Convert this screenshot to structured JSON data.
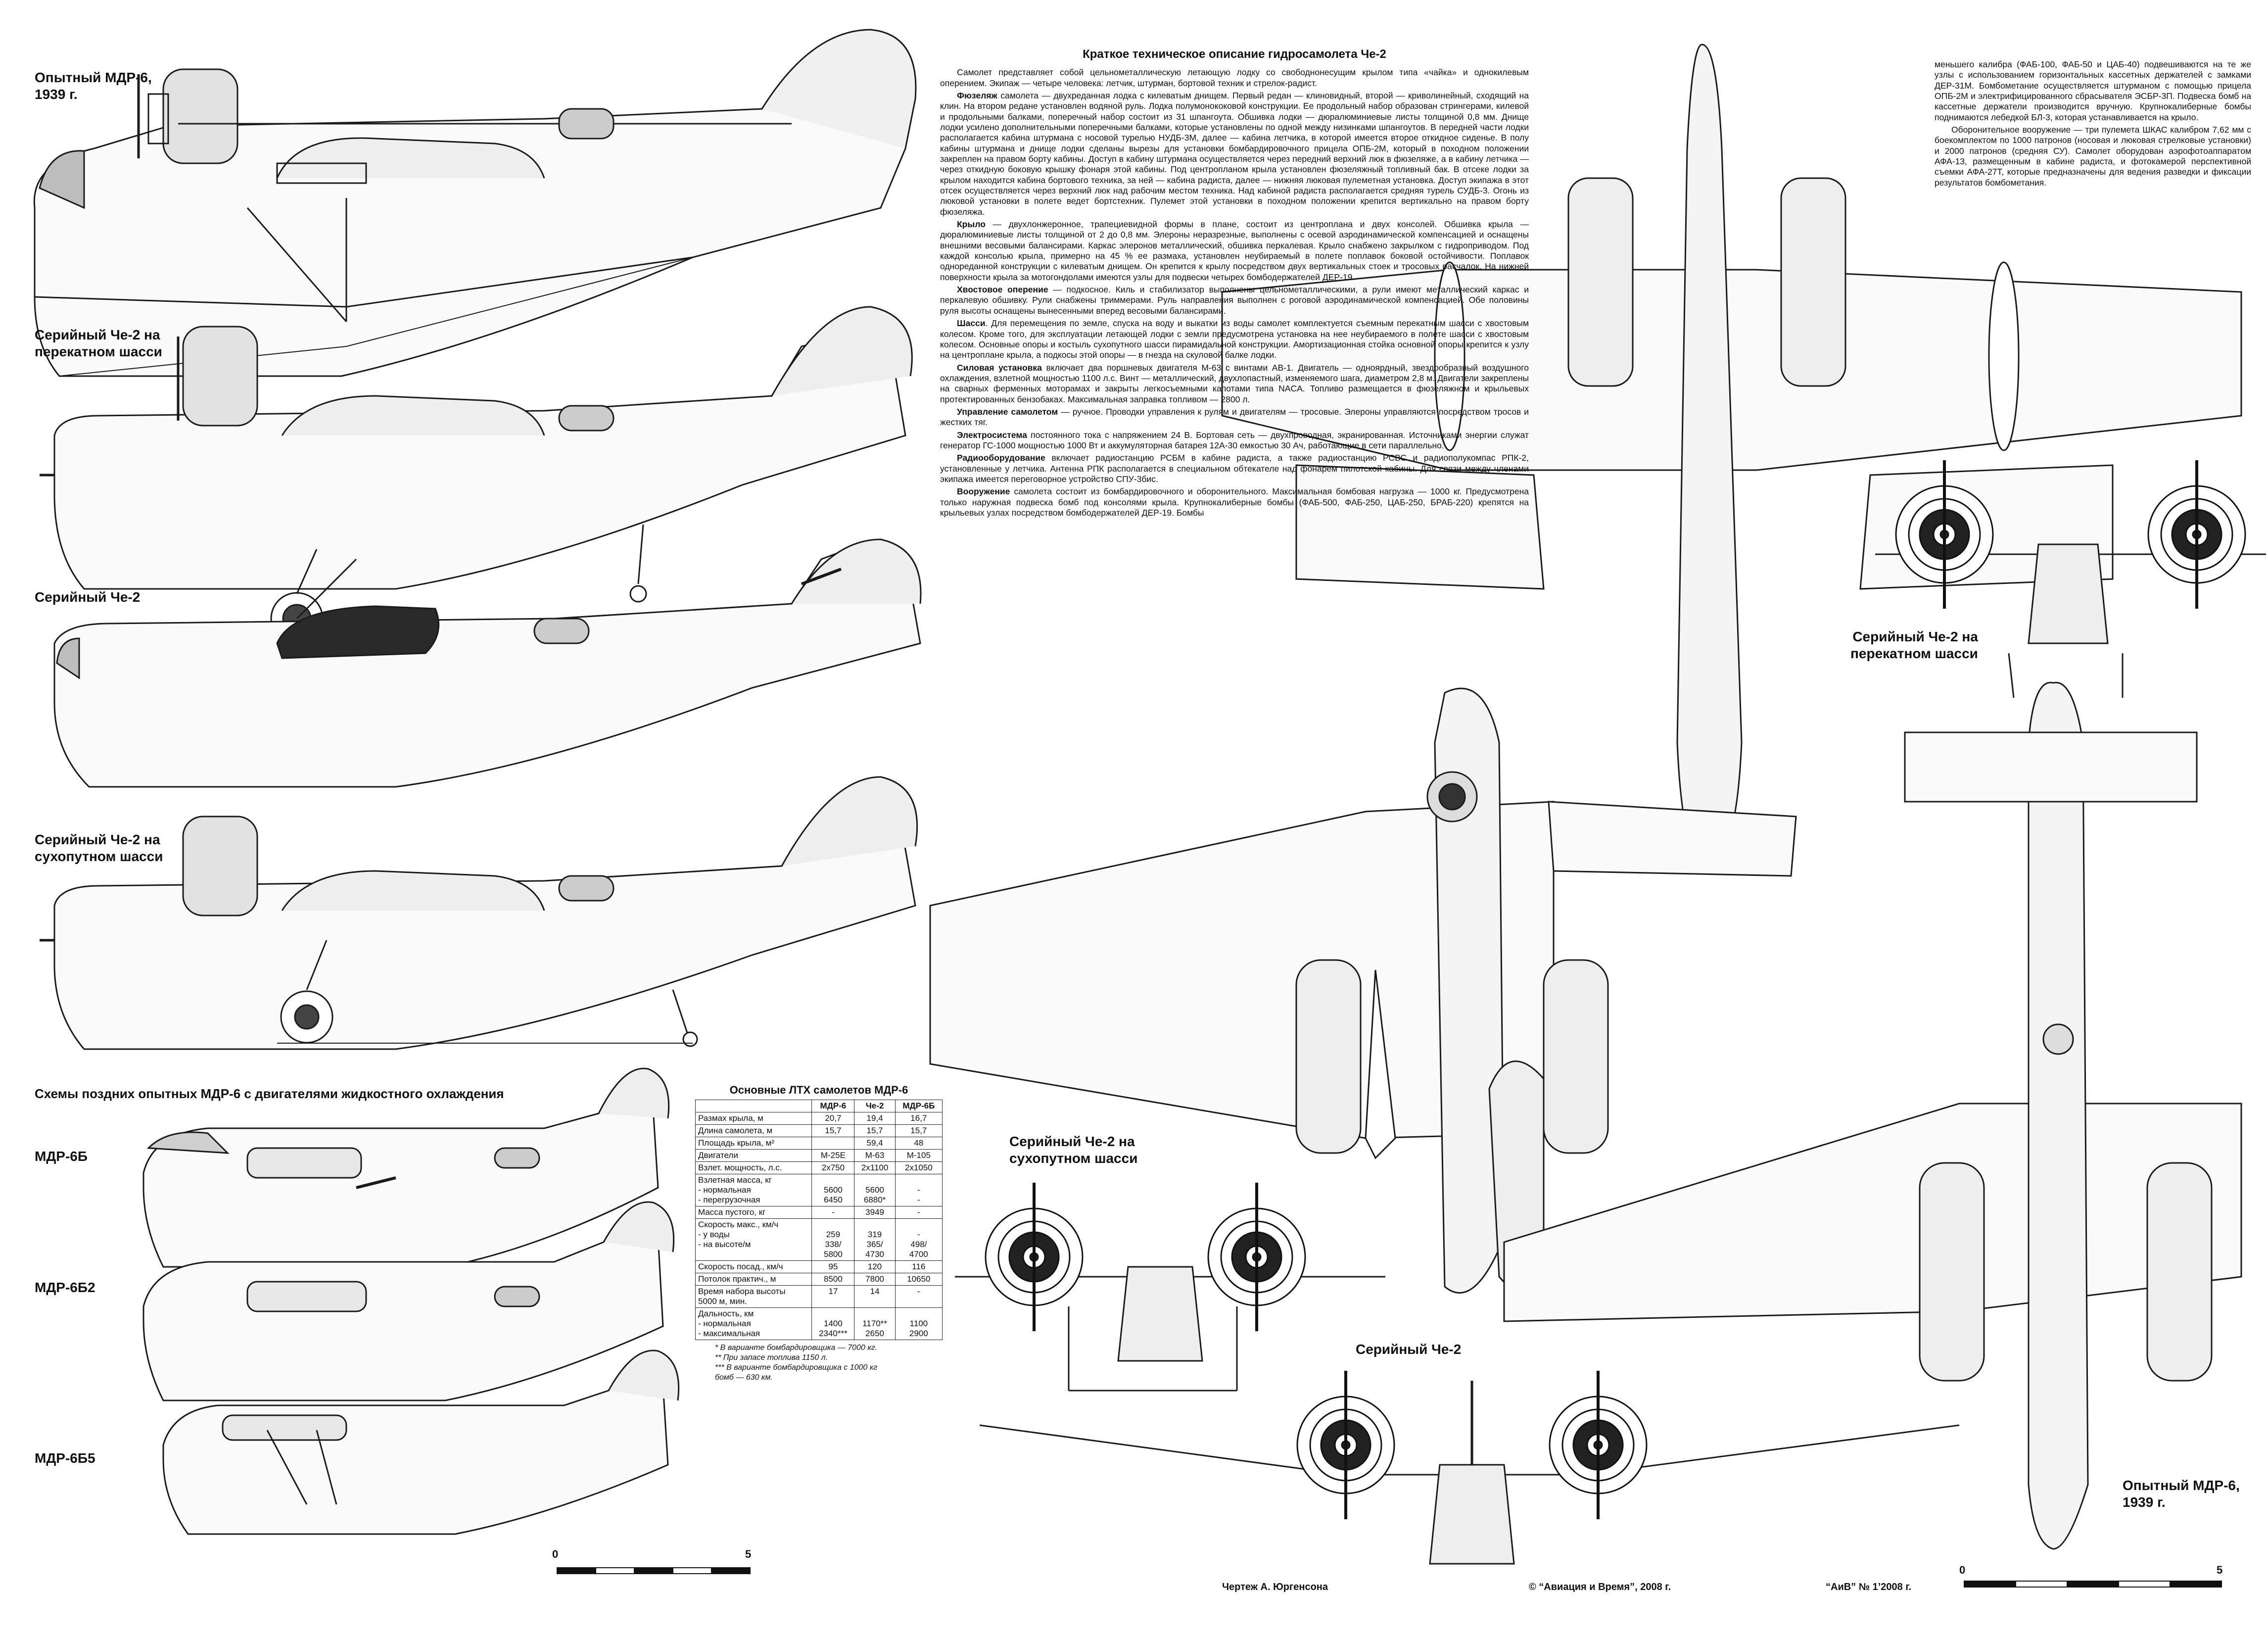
{
  "labels": {
    "side_mdr6_1939": "Опытный МДР-6,\n1939 г.",
    "side_che2_beach": "Серийный Че-2 на\nперекатном шасси",
    "side_che2": "Серийный Че-2",
    "side_che2_land": "Серийный Че-2 на\nсухопутном шасси",
    "schemes_title": "Схемы поздних опытных МДР-6 с двигателями жидкостного охлаждения",
    "mdr6b": "МДР-6Б",
    "mdr6b2": "МДР-6Б2",
    "mdr6b5": "МДР-6Б5",
    "front_che2_beach": "Серийный Че-2 на\nперекатном шасси",
    "front_che2_land": "Серийный Че-2 на\nсухопутном шасси",
    "front_che2": "Серийный Че-2",
    "front_mdr6_1939": "Опытный МДР-6,\n1939 г."
  },
  "article": {
    "title": "Краткое техническое описание гидросамолета Че-2",
    "paragraphs": [
      {
        "lead": "",
        "text": "Самолет представляет собой цельнометаллическую летающую лодку со свободнонесущим крылом типа «чайка» и однокилевым оперением. Экипаж — четыре человека: летчик, штурман, бортовой техник и стрелок-радист."
      },
      {
        "lead": "Фюзеляж",
        "text": " самолета — двухреданная лодка с килеватым днищем. Первый редан — клиновидный, второй — криволинейный, сходящий на клин. На втором редане установлен водяной руль. Лодка полумонококовой конструкции. Ее продольный набор образован стрингерами, килевой и продольными балками, поперечный набор состоит из 31 шпангоута. Обшивка лодки — дюралюминиевые листы толщиной 0,8 мм. Днище лодки усилено дополнительными поперечными балками, которые установлены по одной между низинками шпангоутов. В передней части лодки располагается кабина штурмана с носовой турелью НУДБ-3М, далее — кабина летчика, в которой имеется второе откидное сиденье. В полу кабины штурмана и днище лодки сделаны вырезы для установки бомбардировочного прицела ОПБ-2М, который в походном положении закреплен на правом борту кабины. Доступ в кабину штурмана осуществляется через передний верхний люк в фюзеляже, а в кабину летчика — через откидную боковую крышку фонаря этой кабины. Под центропланом крыла установлен фюзеляжный топливный бак. В отсеке лодки за крылом находится кабина бортового техника, за ней — кабина радиста, далее — нижняя люковая пулеметная установка. Доступ экипажа в этот отсек осуществляется через верхний люк над рабочим местом техника. Над кабиной радиста располагается средняя турель СУДБ-3. Огонь из люковой установки в полете ведет бортстехник. Пулемет этой установки в походном положении крепится вертикально на правом борту фюзеляжа."
      },
      {
        "lead": "Крыло",
        "text": " — двухлонжеронное, трапециевидной формы в плане, состоит из центроплана и двух консолей. Обшивка крыла — дюралюминиевые листы толщиной от 2 до 0,8 мм. Элероны неразрезные, выполнены с осевой аэродинамической компенсацией и оснащены внешними весовыми балансирами. Каркас элеронов металлический, обшивка перкалевая. Крыло снабжено закрылком с гидроприводом. Под каждой консолью крыла, примерно на 45 % ее размаха, установлен неубираемый в полете поплавок боковой остойчивости. Поплавок однореданной конструкции с килеватым днищем. Он крепится к крылу посредством двух вертикальных стоек и тросовых расчалок. На нижней поверхности крыла за мотогондолами имеются узлы для подвески четырех бомбодержателей ДЕР-19."
      },
      {
        "lead": "Хвостовое оперение",
        "text": " — подкосное. Киль и стабилизатор выполнены цельнометаллическими, а рули имеют металлический каркас и перкалевую обшивку. Рули снабжены триммерами. Руль направления выполнен с роговой аэродинамической компенсацией. Обе половины руля высоты оснащены вынесенными вперед весовыми балансирами."
      },
      {
        "lead": "Шасси",
        "text": ". Для перемещения по земле, спуска на воду и выкатки из воды самолет комплектуется съемным перекатным шасси с хвостовым колесом. Кроме того, для эксплуатации летающей лодки с земли предусмотрена установка на нее неубираемого в полете шасси с хвостовым колесом. Основные опоры и костыль сухопутного шасси пирамидальной конструкции. Амортизационная стойка основной опоры крепится к узлу на центроплане крыла, а подкосы этой опоры — в гнезда на скуловой балке лодки."
      },
      {
        "lead": "Силовая установка",
        "text": " включает два поршневых двигателя М-63 с винтами АВ-1. Двигатель — одноярдный, звездообразный воздушного охлаждения, взлетной мощностью 1100 л.с. Винт — металлический, двухлопастный, изменяемого шага, диаметром 2,8 м. Двигатели закреплены на сварных ферменных моторамах и закрыты легкосъемными капотами типа NACA. Топливо размещается в фюзеляжном и крыльевых протектированных бензобаках. Максимальная заправка топливом — 2800 л."
      },
      {
        "lead": "Управление самолетом",
        "text": " — ручное. Проводки управления к рулям и двигателям — тросовые. Элероны управляются посредством тросов и жестких тяг."
      },
      {
        "lead": "Электросистема",
        "text": " постоянного тока с напряжением 24 В. Бортовая сеть — двухпроводная, экранированная. Источниками энергии служат генератор ГС-1000 мощностью 1000 Вт и аккумуляторная батарея 12А-30 емкостью 30 Ач, работающие в сети параллельно."
      },
      {
        "lead": "Радиооборудование",
        "text": " включает радиостанцию РСБМ в кабине радиста, а также радиостанцию РСВС и радиополукомпас РПК-2, установленные у летчика. Антенна РПК располагается в специальном обтекателе над фонарем пилотской кабины. Для связи между членами экипажа имеется переговорное устройство СПУ-3бис."
      },
      {
        "lead": "Вооружение",
        "text": " самолета состоит из бомбардировочного и оборонительного. Максимальная бомбовая нагрузка — 1000 кг. Предусмотрена только наружная подвеска бомб под консолями крыла. Крупнокалиберные бомбы (ФАБ-500, ФАБ-250, ЦАБ-250, БРАБ-220) крепятся на крыльевых узлах посредством бомбодержателей ДЕР-19. Бомбы"
      }
    ],
    "col2": [
      "меньшего калибра (ФАБ-100, ФАБ-50 и ЦАБ-40) подвешиваются на те же узлы с использованием горизонтальных кассетных держателей с замками ДЕР-31М. Бомбометание осуществляется штурманом с помощью прицела ОПБ-2М и электрифицированного сбрасывателя ЭСБР-3П. Подвеска бомб на кассетные держатели производится вручную. Крупнокалиберные бомбы поднимаются лебедкой БЛ-3, которая устанавливается на крыло.",
      "Оборонительное вооружение — три пулемета ШКАС калибром 7,62 мм с боекомплектом по 1000 патронов (носовая и люковая стрелковые установки) и 2000 патронов (средняя СУ). Самолет оборудован аэрофотоаппаратом АФА-13, размещенным в кабине радиста, и фотокамерой перспективной съемки АФА-27Т, которые предназначены для ведения разведки и фиксации результатов бомбометания."
    ]
  },
  "spec_table": {
    "title": "Основные ЛТХ самолетов МДР-6",
    "headers": [
      "",
      "МДР-6",
      "Че-2",
      "МДР-6Б"
    ],
    "rows": [
      [
        "Размах крыла, м",
        "20,7",
        "19,4",
        "16,7"
      ],
      [
        "Длина самолета, м",
        "15,7",
        "15,7",
        "15,7"
      ],
      [
        "Площадь крыла, м²",
        "",
        "59,4",
        "48"
      ],
      [
        "Двигатели",
        "М-25Е",
        "М-63",
        "М-105"
      ],
      [
        "Взлет. мощность, л.с.",
        "2х750",
        "2х1100",
        "2х1050"
      ],
      [
        "Взлетная масса, кг\n - нормальная\n - перегрузочная",
        "\n5600\n6450",
        "\n5600\n6880*",
        "\n-\n-"
      ],
      [
        "Масса пустого, кг",
        "-",
        "3949",
        "-"
      ],
      [
        "Скорость макс., км/ч\n - у воды\n - на высоте/м",
        "\n259\n338/\n5800",
        "\n319\n365/\n4730",
        "\n-\n498/\n4700"
      ],
      [
        "Скорость посад., км/ч",
        "95",
        "120",
        "116"
      ],
      [
        "Потолок практич., м",
        "8500",
        "7800",
        "10650"
      ],
      [
        "Время набора высоты\n5000 м, мин.",
        "17",
        "14",
        "-"
      ],
      [
        "Дальность, км\n - нормальная\n - максимальная",
        "\n1400\n2340***",
        "\n1170**\n2650",
        "\n1100\n2900"
      ]
    ],
    "footnotes": [
      "* В варианте бомбардировщика — 7000 кг.",
      "** При запасе топлива 1150 л.",
      "*** В варианте бомбардировщика с 1000 кг\n     бомб — 630 км."
    ]
  },
  "scale_left": {
    "start": "0",
    "end": "5"
  },
  "scale_right": {
    "start": "0",
    "end": "5"
  },
  "credits": {
    "drawing": "Чертеж А. Юргенсона",
    "copyright": "© “Авиация и Время”, 2008 г.",
    "issue": "“АиВ” № 1’2008 г."
  },
  "colors": {
    "line": "#1a1a1a",
    "hull_gray": "#cfcfcf",
    "dark": "#333333"
  }
}
